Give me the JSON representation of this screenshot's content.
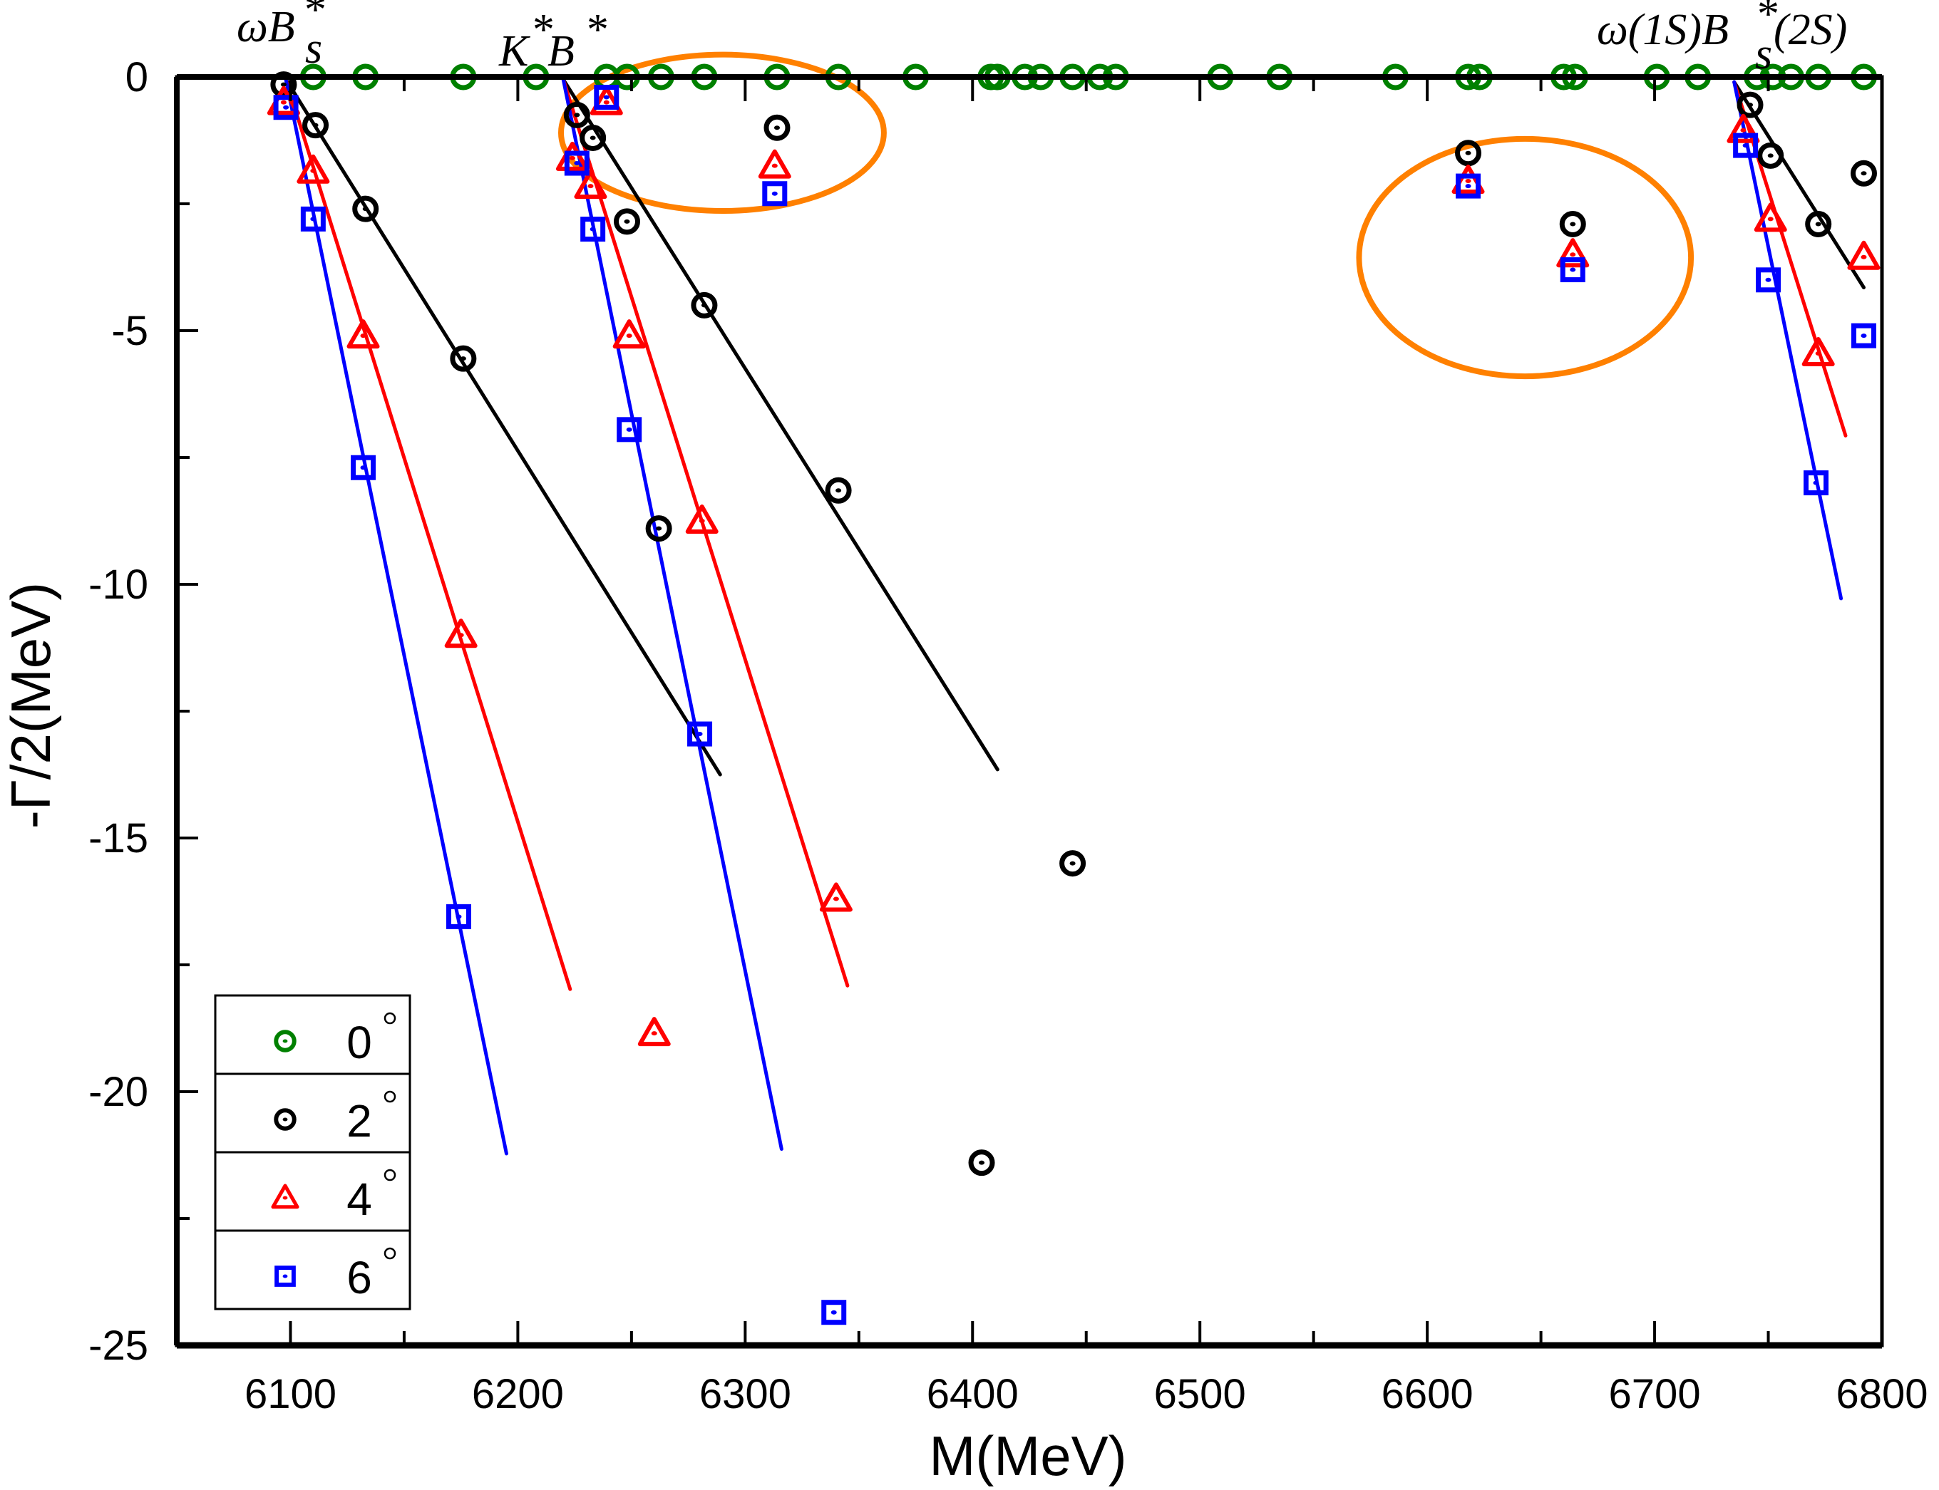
{
  "chart_data": {
    "type": "scatter",
    "title": "",
    "xlabel": "M(MeV)",
    "ylabel": "-Γ/2(MeV)",
    "xlim": [
      6050,
      6800
    ],
    "ylim": [
      -25,
      0
    ],
    "x_ticks": [
      6100,
      6200,
      6300,
      6400,
      6500,
      6600,
      6700,
      6800
    ],
    "x_tick_labels": [
      "6100",
      "6200",
      "6300",
      "6400",
      "6500",
      "6600",
      "6700",
      "6800"
    ],
    "y_ticks": [
      0,
      -5,
      -10,
      -15,
      -20,
      -25
    ],
    "y_tick_labels": [
      "0",
      "-5",
      "-10",
      "-15",
      "-20",
      "-25"
    ],
    "grid": false,
    "legend_position": "lower-left",
    "annotations": [
      {
        "text": "ωB",
        "sup": "*",
        "sub": "s",
        "x": 6100,
        "label": "omega-Bs-star-threshold"
      },
      {
        "text": "K",
        "sup": "*",
        "text2": "B",
        "sup2": "*",
        "x": 6220,
        "label": "Kstar-Bstar-threshold"
      },
      {
        "text": "ω(1S)B",
        "sup": "*",
        "sub": "s",
        "text2": "(2S)",
        "x": 6735,
        "label": "omega1S-Bs-star2S-threshold"
      }
    ],
    "highlight_ellipses": [
      {
        "cx": 6290,
        "cy": -1.1,
        "rx_mev": 71,
        "ry": 1.54,
        "color": "#ff8000"
      },
      {
        "cx": 6643,
        "cy": -3.56,
        "rx_mev": 73,
        "ry": 2.34,
        "color": "#ff8000"
      }
    ],
    "series": [
      {
        "name": "0°",
        "color": "#008000",
        "marker": "circle-dot",
        "points": [
          [
            6110,
            0
          ],
          [
            6133,
            0
          ],
          [
            6176,
            0
          ],
          [
            6208,
            0
          ],
          [
            6239,
            0
          ],
          [
            6248,
            0
          ],
          [
            6263,
            0
          ],
          [
            6282,
            0
          ],
          [
            6314,
            0
          ],
          [
            6341,
            0
          ],
          [
            6375,
            0
          ],
          [
            6408,
            0
          ],
          [
            6411,
            0
          ],
          [
            6423,
            0
          ],
          [
            6430,
            0
          ],
          [
            6444,
            0
          ],
          [
            6456,
            0
          ],
          [
            6463,
            0
          ],
          [
            6509,
            0
          ],
          [
            6535,
            0
          ],
          [
            6586,
            0
          ],
          [
            6618,
            0
          ],
          [
            6623,
            0
          ],
          [
            6660,
            0
          ],
          [
            6665,
            0
          ],
          [
            6701,
            0
          ],
          [
            6719,
            0
          ],
          [
            6745,
            0
          ],
          [
            6752,
            0
          ],
          [
            6760,
            0
          ],
          [
            6772,
            0
          ],
          [
            6792,
            0
          ]
        ]
      },
      {
        "name": "2°",
        "color": "#000000",
        "marker": "circle-dot",
        "points": [
          [
            6097,
            -0.15
          ],
          [
            6111,
            -0.95
          ],
          [
            6133,
            -2.6
          ],
          [
            6176,
            -5.55
          ],
          [
            6226,
            -0.75
          ],
          [
            6233,
            -1.2
          ],
          [
            6248,
            -2.85
          ],
          [
            6262,
            -8.9
          ],
          [
            6282,
            -4.5
          ],
          [
            6314,
            -1.0
          ],
          [
            6341,
            -8.15
          ],
          [
            6444,
            -15.5
          ],
          [
            6404,
            -21.4
          ],
          [
            6618,
            -1.5
          ],
          [
            6664,
            -2.9
          ],
          [
            6742,
            -0.55
          ],
          [
            6751,
            -1.55
          ],
          [
            6772,
            -2.9
          ],
          [
            6792,
            -1.9
          ]
        ],
        "lines": [
          [
            [
              6098,
              -0.05
            ],
            [
              6289,
              -13.75
            ]
          ],
          [
            [
              6220,
              -0.05
            ],
            [
              6411,
              -13.65
            ]
          ],
          [
            [
              6735,
              -0.1
            ],
            [
              6792,
              -4.15
            ]
          ]
        ]
      },
      {
        "name": "4°",
        "color": "#ff0000",
        "marker": "triangle-dot",
        "points": [
          [
            6097,
            -0.5
          ],
          [
            6110,
            -1.85
          ],
          [
            6132,
            -5.1
          ],
          [
            6175,
            -11.0
          ],
          [
            6224,
            -1.6
          ],
          [
            6232,
            -2.15
          ],
          [
            6239,
            -0.5
          ],
          [
            6249,
            -5.1
          ],
          [
            6281,
            -8.75
          ],
          [
            6313,
            -1.75
          ],
          [
            6340,
            -16.2
          ],
          [
            6260,
            -18.85
          ],
          [
            6618,
            -2.05
          ],
          [
            6664,
            -3.5
          ],
          [
            6739,
            -1.05
          ],
          [
            6751,
            -2.8
          ],
          [
            6772,
            -5.45
          ],
          [
            6792,
            -3.55
          ]
        ],
        "lines": [
          [
            [
              6098,
              -0.05
            ],
            [
              6223,
              -17.98
            ]
          ],
          [
            [
              6220,
              -0.05
            ],
            [
              6345,
              -17.91
            ]
          ],
          [
            [
              6735,
              -0.1
            ],
            [
              6784,
              -7.07
            ]
          ]
        ]
      },
      {
        "name": "6°",
        "color": "#0000ff",
        "marker": "square-dot",
        "points": [
          [
            6098,
            -0.6
          ],
          [
            6110,
            -2.8
          ],
          [
            6132,
            -7.7
          ],
          [
            6174,
            -16.55
          ],
          [
            6226,
            -1.7
          ],
          [
            6233,
            -3.0
          ],
          [
            6239,
            -0.4
          ],
          [
            6249,
            -6.95
          ],
          [
            6280,
            -12.95
          ],
          [
            6313,
            -2.3
          ],
          [
            6339,
            -24.35
          ],
          [
            6618,
            -2.15
          ],
          [
            6664,
            -3.8
          ],
          [
            6740,
            -1.35
          ],
          [
            6750,
            -4.0
          ],
          [
            6771,
            -8.0
          ],
          [
            6792,
            -5.1
          ]
        ],
        "lines": [
          [
            [
              6098,
              -0.05
            ],
            [
              6195,
              -21.22
            ]
          ],
          [
            [
              6220,
              -0.05
            ],
            [
              6316,
              -21.13
            ]
          ],
          [
            [
              6735,
              -0.1
            ],
            [
              6782,
              -10.28
            ]
          ]
        ]
      }
    ]
  },
  "legend": {
    "items": [
      {
        "label": "0",
        "degree": "°",
        "color": "#008000",
        "marker": "circle-dot"
      },
      {
        "label": "2",
        "degree": "°",
        "color": "#000000",
        "marker": "circle-dot"
      },
      {
        "label": "4",
        "degree": "°",
        "color": "#ff0000",
        "marker": "triangle-dot"
      },
      {
        "label": "6",
        "degree": "°",
        "color": "#0000ff",
        "marker": "square-dot"
      }
    ]
  }
}
